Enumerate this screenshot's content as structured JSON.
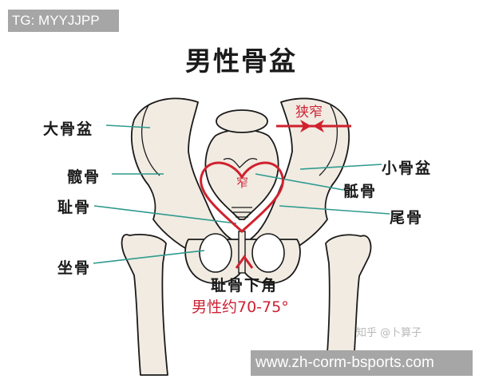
{
  "overlay": {
    "tg_badge": "TG: MYYJJPP",
    "url_badge": "www.zh-corm-bsports.com",
    "source_watermark": "知乎 @卜算子"
  },
  "diagram": {
    "title": "男性骨盆",
    "labels": {
      "greater_pelvis": "大骨盆",
      "hip_bone": "髋骨",
      "pubis": "耻骨",
      "ischium": "坐骨",
      "lesser_pelvis": "小骨盆",
      "sacrum": "骶骨",
      "coccyx": "尾骨",
      "subpubic_angle": "耻骨下角"
    },
    "annotations": {
      "narrow_iliac": "狭窄",
      "narrow_inlet": "窄",
      "angle_value": "男性约70-75°"
    },
    "colors": {
      "bone_fill": "#f1ebe2",
      "outline": "#1a1a1a",
      "leader_line": "#2e9a8e",
      "accent_red": "#d0212e"
    }
  }
}
